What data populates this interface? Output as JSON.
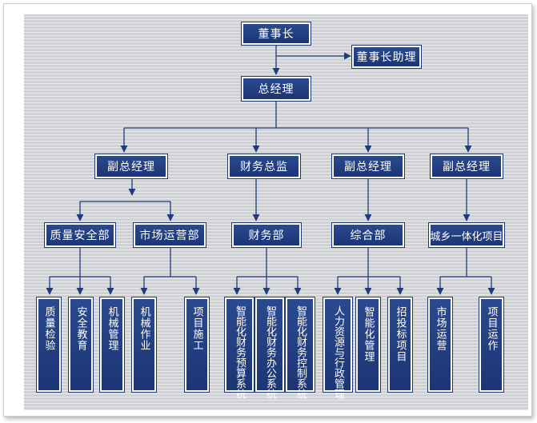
{
  "org_chart": {
    "level0": {
      "chairman": "董事长",
      "assistant": "董事长助理"
    },
    "level1": {
      "general_manager": "总经理"
    },
    "level2": [
      {
        "label": "副总经理"
      },
      {
        "label": "财务总监"
      },
      {
        "label": "副总经理"
      },
      {
        "label": "副总经理"
      }
    ],
    "level3": [
      {
        "label": "质量安全部"
      },
      {
        "label": "市场运营部"
      },
      {
        "label": "财务部"
      },
      {
        "label": "综合部"
      },
      {
        "label": "城乡一体化项目"
      }
    ],
    "level4": [
      {
        "label": "质量检验"
      },
      {
        "label": "安全教育"
      },
      {
        "label": "机械管理"
      },
      {
        "label": "机械作业"
      },
      {
        "label": "项目施工"
      },
      {
        "label": "智能化财务预算系统"
      },
      {
        "label": "智能化财务办公系统"
      },
      {
        "label": "智能化财务控制系统"
      },
      {
        "label": "人力资源与行政管理"
      },
      {
        "label": "智能化管理"
      },
      {
        "label": "招投标项目"
      },
      {
        "label": "市场运营"
      },
      {
        "label": "项目运作"
      }
    ],
    "colors": {
      "box": "#1f3a7d",
      "connector": "#1f3a7d",
      "background": "#d0d2d5"
    }
  }
}
